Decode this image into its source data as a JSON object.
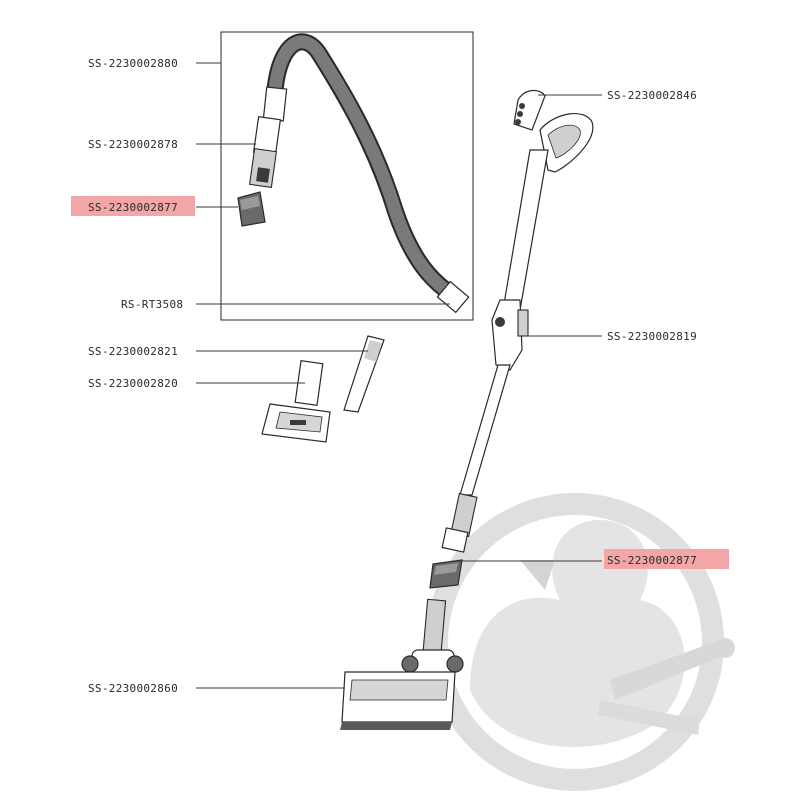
{
  "labels": {
    "hose": "SS-2230002880",
    "hose_cuff": "SS-2230002878",
    "adapter_top": "SS-2230002877",
    "hose_end": "RS-RT3508",
    "crevice_tool": "SS-2230002821",
    "upholstery_tool": "SS-2230002820",
    "handle_clip": "SS-2230002846",
    "tube_latch": "SS-2230002819",
    "adapter_bottom": "SS-2230002877",
    "floor_nozzle": "SS-2230002860"
  },
  "colors": {
    "highlight": "#f3a6a6",
    "watermark": "#d9d9d9",
    "line": "#2a2a2a"
  },
  "icons": {
    "watermark": "duck-mechanic-logo-icon"
  }
}
